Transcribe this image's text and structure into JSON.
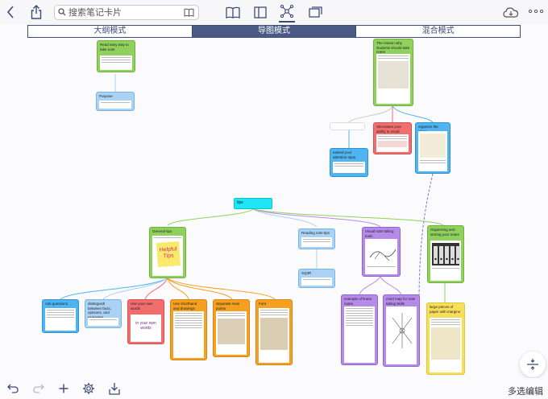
{
  "header": {
    "search_placeholder": "搜索笔记卡片",
    "icons": [
      "back-chevron-icon",
      "share-icon",
      "search-icon",
      "book-icon",
      "book-open-icon",
      "sidebar-icon",
      "mindmap-icon",
      "cards-icon",
      "cloud-icon",
      "more-icon"
    ]
  },
  "mode_tabs": [
    {
      "label": "大纲模式",
      "active": false
    },
    {
      "label": "导图模式",
      "active": true
    },
    {
      "label": "混合模式",
      "active": false
    }
  ],
  "map": {
    "root": "tips",
    "nodes": {
      "top_left": "Read easy way to take note",
      "purpose": "Purpose",
      "research": "The reason why students should take notes",
      "stimulates": "Stimulates your ability to recall",
      "organize": "organize the ideas",
      "extend": "extend your attention span",
      "general": "General tips",
      "general_sub": "Helpful Tips",
      "reading": "Reading note tips",
      "sq3r": "SQ3R",
      "visual": "Visual note taking tools",
      "organising": "Organising and storing your notes",
      "ask": "Ask questions",
      "distinguish": "distinguish between facts, opinions, and examples",
      "own_words": "Use your own words",
      "own_words_img": "in your own words",
      "shorthand": "Use shorthand and drawings",
      "separate": "Separate main points",
      "font": "Font",
      "example_linear": "example of linear notes",
      "mind_map": "mind map for note taking skills",
      "large_pieces": "large pieces of paper with margins"
    }
  },
  "toolbar": {
    "multi_edit": "多选编辑",
    "icons": [
      "undo-icon",
      "redo-icon",
      "add-icon",
      "settings-icon",
      "export-icon",
      "fit-zoom-icon"
    ]
  },
  "colors": {
    "green": "#8fd15c",
    "blue": "#4fb4f0",
    "light_blue": "#a9d2f5",
    "red": "#f26e6e",
    "purple": "#b58ae8",
    "orange": "#f5a020",
    "yellow": "#f7df5a",
    "cyan": "#1ee6f5",
    "accent": "#3d4c75"
  }
}
